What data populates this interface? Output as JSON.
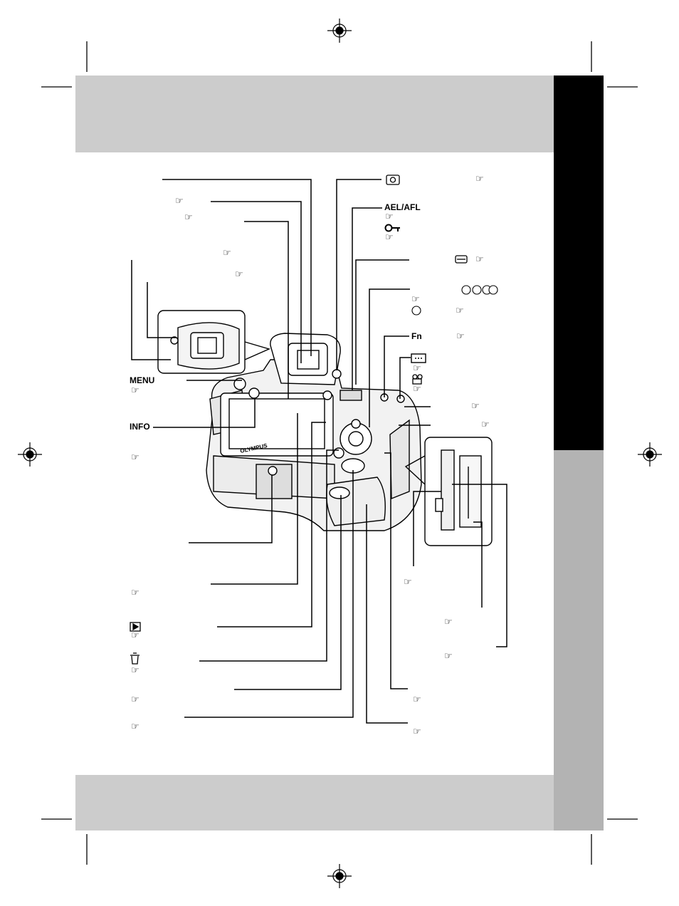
{
  "labels": {
    "aelafl": "AEL/AFL",
    "fn": "Fn",
    "menu": "MENU",
    "info": "INFO",
    "brand": "OLYMPUS"
  },
  "ref_glyph": "☞",
  "colors": {
    "band_grey": "#cccccc",
    "side_black": "#000000",
    "side_grey": "#b3b3b3"
  },
  "icons": [
    "registration-mark-icon",
    "reference-pointer-icon",
    "metering-icon",
    "lock-key-icon",
    "dial-icon",
    "arrow-pad-icon",
    "ok-button-icon",
    "af-target-icon",
    "movie-icon",
    "play-icon",
    "trash-icon"
  ]
}
